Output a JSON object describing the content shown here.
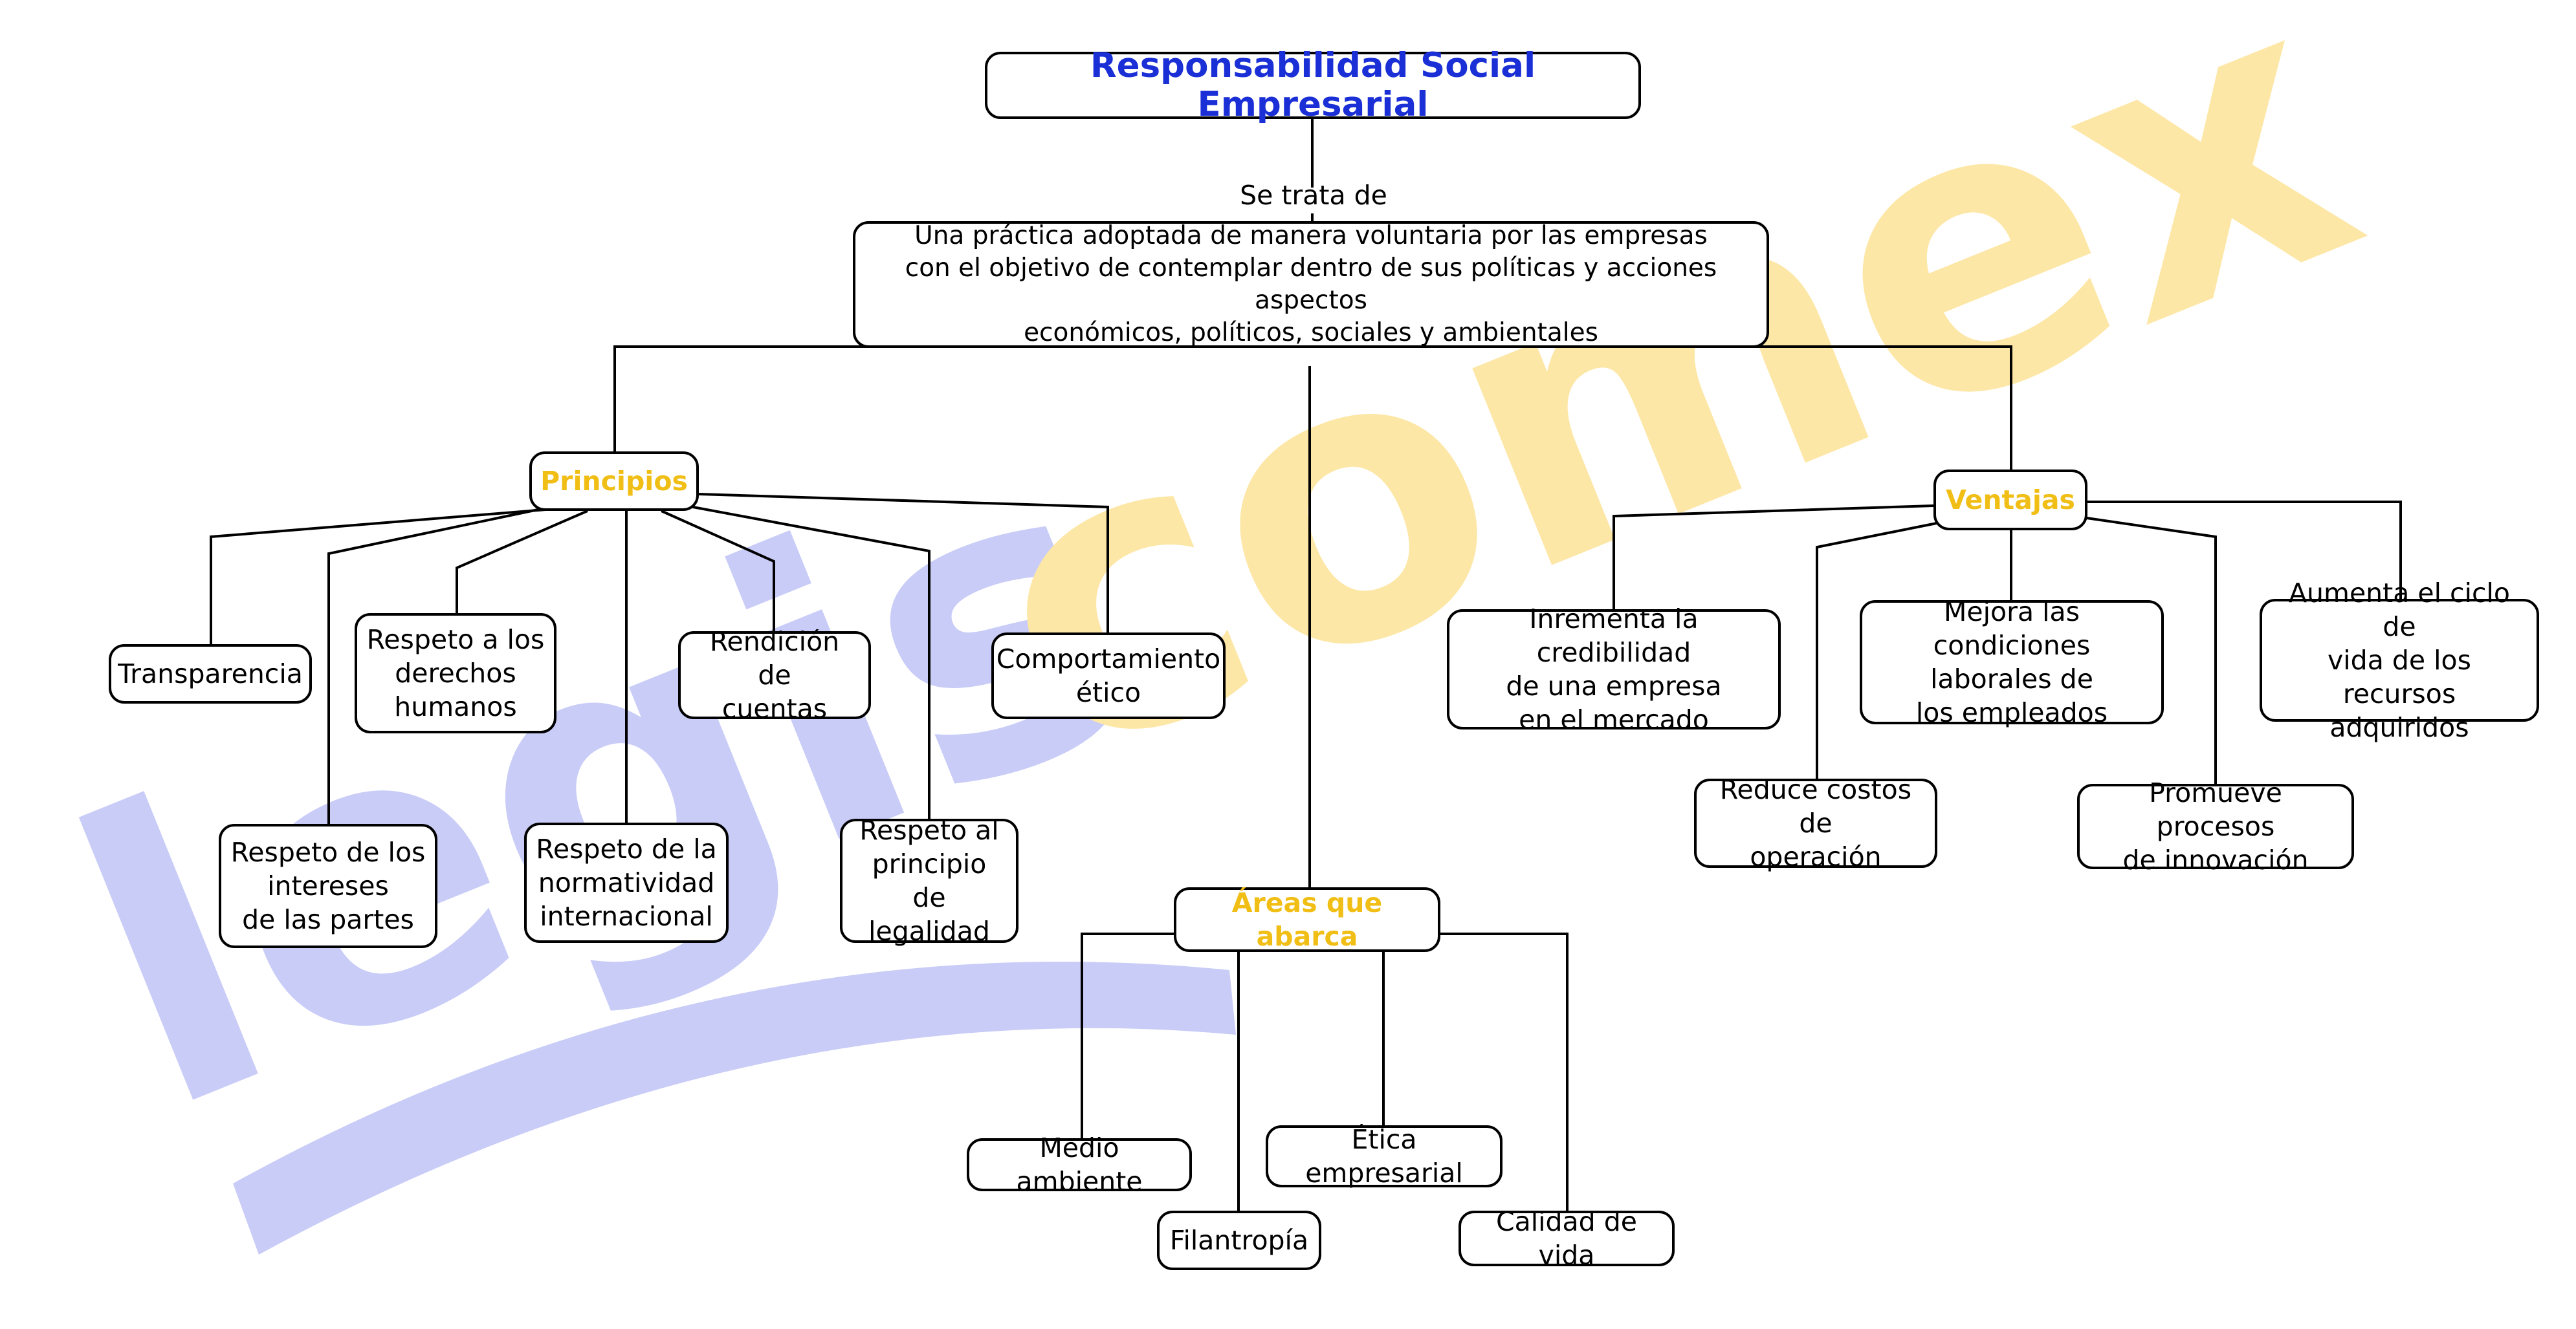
{
  "colors": {
    "title_text": "#1a2fd6",
    "category_text": "#f0be14",
    "line": "#000000",
    "watermark_blue": "#c8ccf7",
    "watermark_yellow": "#fde7a6"
  },
  "watermark": {
    "text_part1": "legis",
    "text_part2": "comex"
  },
  "title": "Responsabilidad Social Empresarial",
  "connector": "Se trata de",
  "definition": "Una práctica adoptada de manera voluntaria por las empresas\ncon el objetivo de contemplar dentro de sus políticas y acciones aspectos\neconómicos, políticos, sociales y ambientales",
  "principios": {
    "label": "Principios",
    "items": [
      "Transparencia",
      "Respeto a los\nderechos\nhumanos",
      "Rendición de\ncuentas",
      "Comportamiento\nético",
      "Respeto de los\nintereses\nde las partes",
      "Respeto de la\nnormatividad\ninternacional",
      "Respeto al\nprincipio\nde legalidad"
    ]
  },
  "ventajas": {
    "label": "Ventajas",
    "items": [
      "Inrementa la credibilidad\nde una empresa\nen el mercado",
      "Mejora las condiciones\nlaborales de\nlos empleados",
      "Aumenta el ciclo de\nvida de los recursos\nadquiridos",
      "Reduce costos de\noperación",
      "Promueve procesos\nde innovación"
    ]
  },
  "areas": {
    "label": "Áreas que abarca",
    "items": [
      "Medio ambiente",
      "Filantropía",
      "Ética empresarial",
      "Calidad de vida"
    ]
  }
}
